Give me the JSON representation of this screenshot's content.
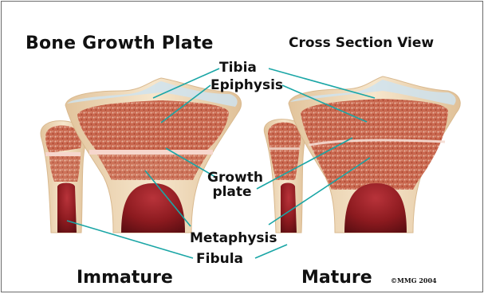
{
  "title": "Bone Growth Plate",
  "subtitle": "Cross Section View",
  "labels": {
    "tibia": "Tibia",
    "epiphysis": "Epiphysis",
    "growth_plate_line1": "Growth",
    "growth_plate_line2": "plate",
    "metaphysis": "Metaphysis",
    "fibula": "Fibula"
  },
  "captions": {
    "immature": "Immature",
    "mature": "Mature"
  },
  "copyright": "©MMG 2004",
  "colors": {
    "bone_outer": "#f0ddc0",
    "cartilage_cap": "#cfe3ef",
    "spongy_bone": "#c4604b",
    "marrow": "#8c1a1f",
    "growth_plate": "#f6d6cc",
    "leader_line": "#1aa6a6",
    "text": "#111111"
  }
}
